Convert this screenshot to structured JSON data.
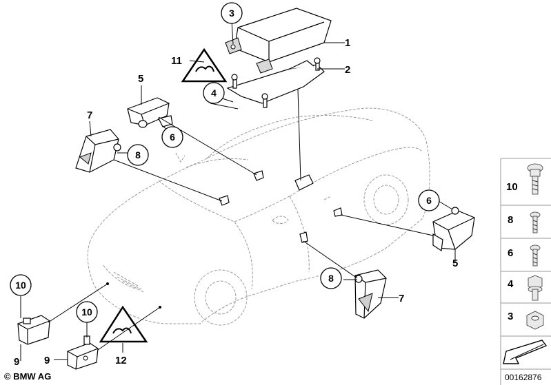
{
  "callouts": {
    "c1": "1",
    "c2": "2",
    "c3": "3",
    "c4": "4",
    "c5a": "5",
    "c5b": "5",
    "c6a": "6",
    "c6b": "6",
    "c7a": "7",
    "c7b": "7",
    "c8a": "8",
    "c8b": "8",
    "c9a": "9",
    "c9b": "9",
    "c10a": "10",
    "c10b": "10",
    "c11": "11",
    "c12": "12"
  },
  "legend": {
    "items": [
      "10",
      "8",
      "6",
      "4",
      "3"
    ]
  },
  "footer": {
    "copyright": "© BMW AG",
    "diagram_id": "00162876"
  }
}
